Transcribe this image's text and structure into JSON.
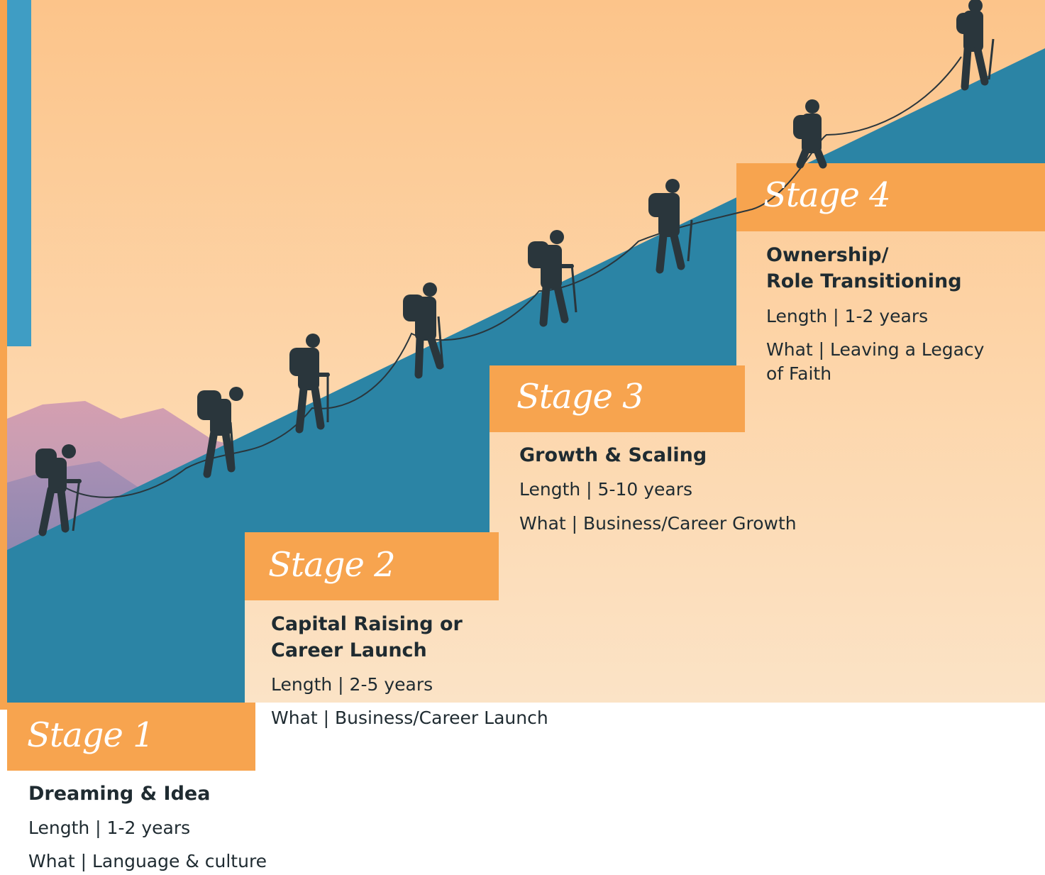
{
  "colors": {
    "orange": "#f7a44f",
    "teal": "#2b84a5",
    "teal_dark": "#236d8a",
    "blue_bar": "#3f9dc4",
    "silhouette": "#2a363c",
    "text": "#1f2b31"
  },
  "stages": [
    {
      "label": "Stage 1",
      "title_lines": [
        "Dreaming & Idea"
      ],
      "length": "Length | 1-2 years",
      "what_lines": [
        "What | Language & culture"
      ]
    },
    {
      "label": "Stage 2",
      "title_lines": [
        "Capital Raising or",
        "Career Launch"
      ],
      "length": "Length | 2-5 years",
      "what_lines": [
        "What | Business/Career Launch"
      ]
    },
    {
      "label": "Stage 3",
      "title_lines": [
        "Growth & Scaling"
      ],
      "length": "Length | 5-10 years",
      "what_lines": [
        "What | Business/Career Growth"
      ]
    },
    {
      "label": "Stage 4",
      "title_lines": [
        "Ownership/",
        "Role Transitioning"
      ],
      "length": "Length | 1-2 years",
      "what_lines": [
        "What | Leaving a Legacy",
        "of Faith"
      ]
    }
  ]
}
